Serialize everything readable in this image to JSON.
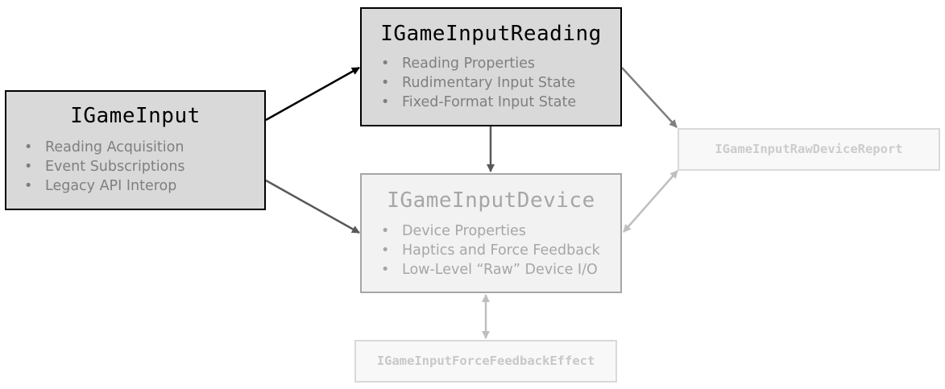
{
  "diagram": {
    "nodes": {
      "input": {
        "title": "IGameInput",
        "items": [
          "Reading Acquisition",
          "Event Subscriptions",
          "Legacy API Interop"
        ]
      },
      "reading": {
        "title": "IGameInputReading",
        "items": [
          "Reading Properties",
          "Rudimentary Input State",
          "Fixed-Format Input State"
        ]
      },
      "device": {
        "title": "IGameInputDevice",
        "items": [
          "Device Properties",
          "Haptics and Force Feedback",
          "Low-Level “Raw” Device I/O"
        ]
      },
      "raw_report": {
        "title": "IGameInputRawDeviceReport"
      },
      "force_feedback_effect": {
        "title": "IGameInputForceFeedbackEffect"
      }
    },
    "edges": [
      {
        "from": "IGameInput",
        "to": "IGameInputReading",
        "direction": "forward"
      },
      {
        "from": "IGameInput",
        "to": "IGameInputDevice",
        "direction": "forward"
      },
      {
        "from": "IGameInputReading",
        "to": "IGameInputDevice",
        "direction": "forward"
      },
      {
        "from": "IGameInputReading",
        "to": "IGameInputRawDeviceReport",
        "direction": "forward"
      },
      {
        "from": "IGameInputRawDeviceReport",
        "to": "IGameInputDevice",
        "direction": "both"
      },
      {
        "from": "IGameInputDevice",
        "to": "IGameInputForceFeedbackEffect",
        "direction": "both"
      }
    ],
    "colors": {
      "primary_fill": "#d9d9d9",
      "primary_border": "#000000",
      "secondary_fill": "#f2f2f2",
      "secondary_border": "#a6a6a6",
      "faded_border": "#d9d9d9"
    }
  }
}
